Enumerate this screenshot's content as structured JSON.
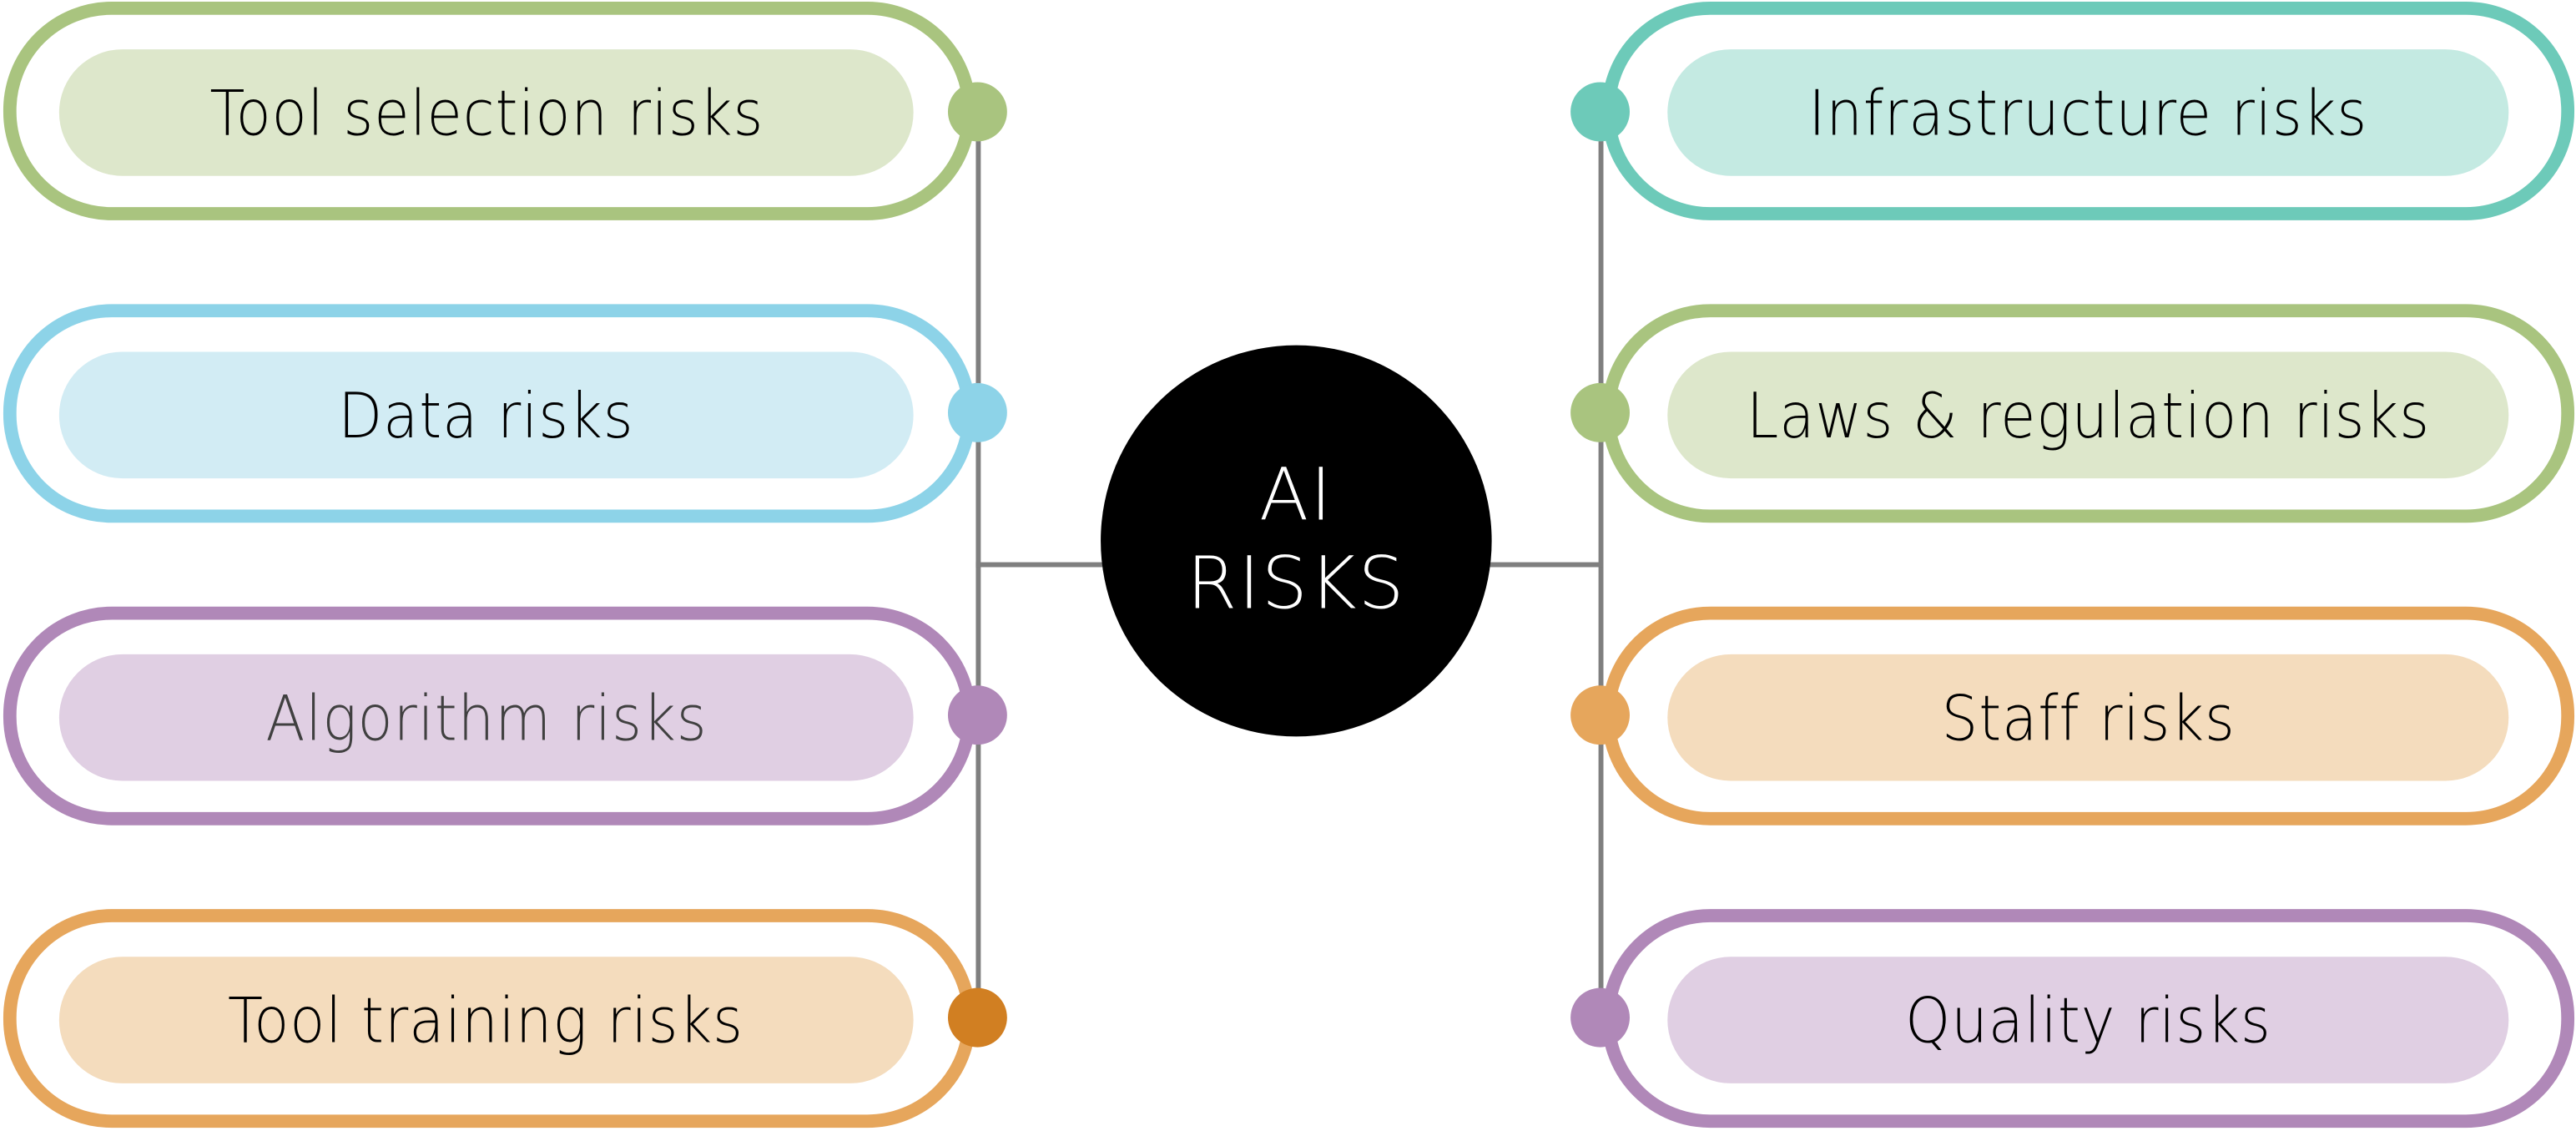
{
  "center": {
    "line1": "AI",
    "line2": "RISKS",
    "fill_color": "#000000",
    "text_color": "#ffffff"
  },
  "connector_color": "#7f7f7f",
  "left_nodes": [
    {
      "label": "Tool selection risks",
      "border_color": "#a9c47f",
      "fill_color": "#dde7cb",
      "dot_color": "#a9c47f",
      "text_color": "#000000"
    },
    {
      "label": "Data risks",
      "border_color": "#8dd3e8",
      "fill_color": "#d2ecf4",
      "dot_color": "#8dd3e8",
      "text_color": "#000000"
    },
    {
      "label": "Algorithm risks",
      "border_color": "#b088b8",
      "fill_color": "#e0cfe3",
      "dot_color": "#b088b8",
      "text_color": "#404040"
    },
    {
      "label": "Tool training risks",
      "border_color": "#e6a65c",
      "fill_color": "#f4dcbd",
      "dot_color": "#d17f22",
      "text_color": "#000000"
    }
  ],
  "right_nodes": [
    {
      "label": "Infrastructure risks",
      "border_color": "#6dcab9",
      "fill_color": "#c4eae2",
      "dot_color": "#6dcab9",
      "text_color": "#000000"
    },
    {
      "label": "Laws & regulation risks",
      "border_color": "#a9c47f",
      "fill_color": "#dde7cb",
      "dot_color": "#a9c47f",
      "text_color": "#000000"
    },
    {
      "label": "Staff risks",
      "border_color": "#e6a65c",
      "fill_color": "#f4dcbd",
      "dot_color": "#e6a65c",
      "text_color": "#000000"
    },
    {
      "label": "Quality risks",
      "border_color": "#b088b8",
      "fill_color": "#e0cfe3",
      "dot_color": "#b088b8",
      "text_color": "#000000"
    }
  ]
}
